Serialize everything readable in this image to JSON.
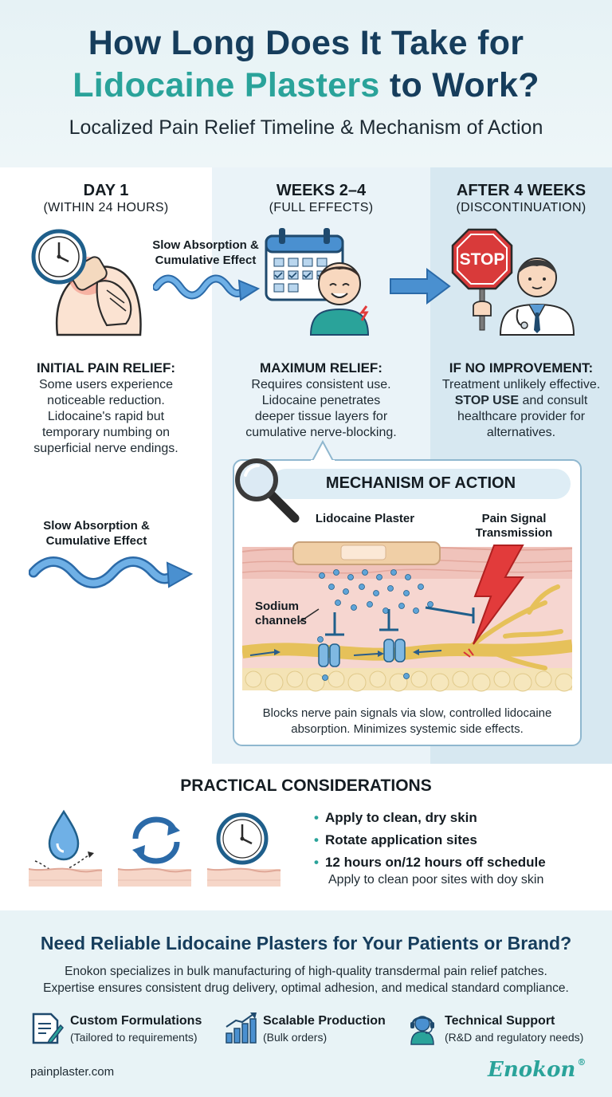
{
  "header": {
    "title_line1": "How Long Does It Take for",
    "title_highlight": "Lidocaine Plasters",
    "title_line2_rest": " to Work?",
    "subtitle": "Localized Pain Relief Timeline & Mechanism of Action"
  },
  "stages": [
    {
      "title": "DAY 1",
      "subtitle": "(WITHIN 24 HOURS)",
      "heading": "INITIAL PAIN RELIEF:",
      "body": [
        "Some users experience",
        "noticeable reduction.",
        "Lidocaine's rapid but",
        "temporary numbing on",
        "superficial nerve endings."
      ]
    },
    {
      "title": "WEEKS 2–4",
      "subtitle": "(FULL EFFECTS)",
      "heading": "MAXIMUM RELIEF:",
      "body": [
        "Requires consistent use.",
        "Lidocaine penetrates",
        "deeper tissue layers for",
        "cumulative nerve-blocking."
      ]
    },
    {
      "title": "AFTER 4 WEEKS",
      "subtitle": "(DISCONTINUATION)",
      "heading": "IF NO IMPROVEMENT:",
      "body_line1": "Treatment unlikely effective.",
      "body_bold": "STOP USE",
      "body_line2_rest": " and consult",
      "body_line3": "healthcare provider for",
      "body_line4": "alternatives."
    }
  ],
  "arrows": {
    "top_label_line1": "Slow Absorption &",
    "top_label_line2": "Cumulative Effect",
    "side_label_line1": "Slow Absorption &",
    "side_label_line2": "Cumulative Effect"
  },
  "icons": {
    "stop_sign_text": "STOP"
  },
  "mechanism": {
    "title": "MECHANISM OF ACTION",
    "plaster_label": "Lidocaine Plaster",
    "signal_label_line1": "Pain Signal",
    "signal_label_line2": "Transmission",
    "channels_label_line1": "Sodium",
    "channels_label_line2": "channels",
    "caption_line1": "Blocks nerve pain signals via slow, controlled lidocaine",
    "caption_line2": "absorption. Minimizes systemic side effects."
  },
  "practical": {
    "title": "PRACTICAL CONSIDERATIONS",
    "bullets": [
      "Apply to clean, dry skin",
      "Rotate application sites",
      "12 hours on/12 hours off schedule"
    ],
    "note": "Apply to clean poor sites with doy skin"
  },
  "cta": {
    "title": "Need Reliable Lidocaine Plasters for Your Patients or Brand?",
    "body_line1": "Enokon specializes in bulk manufacturing of high-quality transdermal pain relief patches.",
    "body_line2": "Expertise ensures consistent drug delivery, optimal adhesion, and medical standard compliance.",
    "features": [
      {
        "title": "Custom Formulations",
        "subtitle": "(Tailored to requirements)"
      },
      {
        "title": "Scalable Production",
        "subtitle": "(Bulk orders)"
      },
      {
        "title": "Technical Support",
        "subtitle": "(R&D and regulatory needs)"
      }
    ],
    "domain": "painplaster.com",
    "brand": "Enokon",
    "brand_mark": "®"
  },
  "colors": {
    "navy": "#163d5c",
    "teal": "#2aa39a",
    "arrow_blue": "#4a90d0",
    "stop_red": "#d93a3a",
    "panel_mid": "#eaf3f8",
    "panel_right": "#d7e8f1"
  }
}
